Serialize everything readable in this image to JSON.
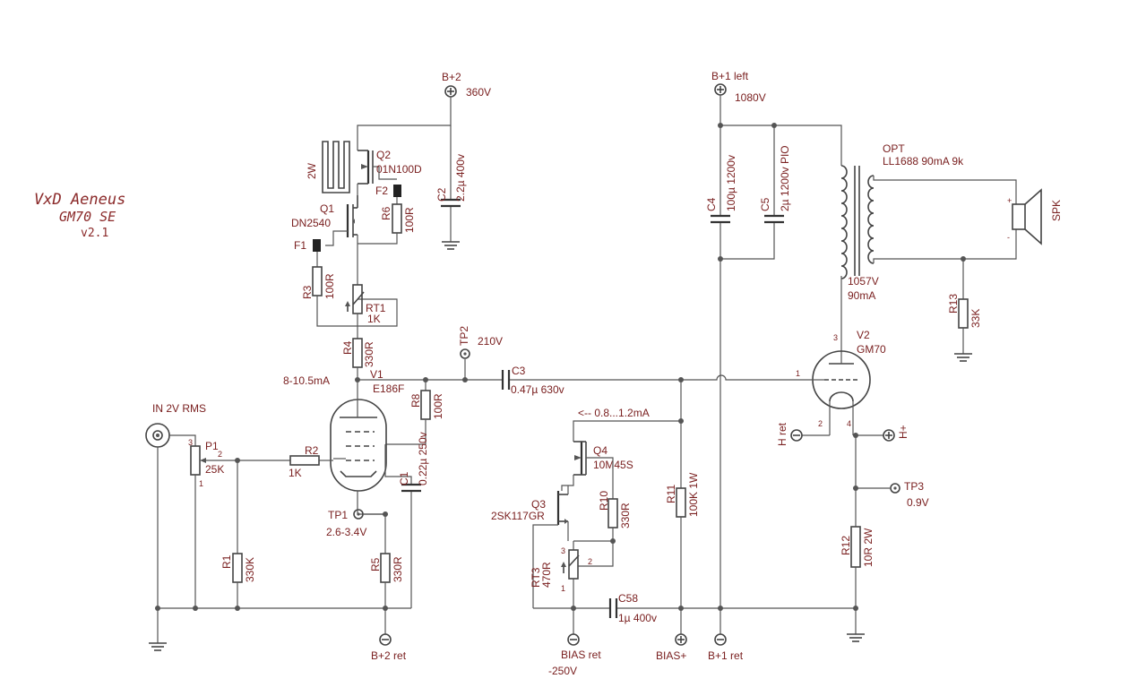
{
  "title": {
    "line1": "VxD Aeneus",
    "line2": "GM70 SE",
    "version": "v2.1"
  },
  "rails": {
    "b2": {
      "name": "B+2",
      "voltage": "360V"
    },
    "b1_left": {
      "name": "B+1 left",
      "voltage": "1080V"
    },
    "b2_ret": "B+2 ret",
    "b1_ret": "B+1 ret",
    "bias_ret": "BIAS ret",
    "bias_ret_voltage": "-250V",
    "bias_plus": "BIAS+",
    "h_ret": "H ret",
    "h_plus": "H+"
  },
  "input": {
    "label": "IN 2V RMS"
  },
  "components": {
    "q1": {
      "ref": "Q1",
      "value": "DN2540"
    },
    "q2": {
      "ref": "Q2",
      "value": "01N100D"
    },
    "q3": {
      "ref": "Q3",
      "value": "2SK117GR"
    },
    "q4": {
      "ref": "Q4",
      "value": "10M45S"
    },
    "heatsink": "2W",
    "f1": "F1",
    "f2": "F2",
    "c1": {
      "ref": "C1",
      "value": "0.22µ 250v"
    },
    "c2": {
      "ref": "C2",
      "value": "2.2µ 400v"
    },
    "c3": {
      "ref": "C3",
      "value": "0.47µ 630v"
    },
    "c4": {
      "ref": "C4",
      "value": "100µ 1200v"
    },
    "c5": {
      "ref": "C5",
      "value": "2µ 1200v PIO"
    },
    "c58": {
      "ref": "C58",
      "value": "1µ 400v"
    },
    "r1": {
      "ref": "R1",
      "value": "330K"
    },
    "r2": {
      "ref": "R2",
      "value": "1K"
    },
    "r3": {
      "ref": "R3",
      "value": "100R"
    },
    "r4": {
      "ref": "R4",
      "value": "330R"
    },
    "r5": {
      "ref": "R5",
      "value": "330R"
    },
    "r6": {
      "ref": "R6",
      "value": "100R"
    },
    "r8": {
      "ref": "R8",
      "value": "100R"
    },
    "r10": {
      "ref": "R10",
      "value": "330R"
    },
    "r11": {
      "ref": "R11",
      "value": "100K 1W"
    },
    "r12": {
      "ref": "R12",
      "value": "10R 2W"
    },
    "r13": {
      "ref": "R13",
      "value": "33K"
    },
    "rt1": {
      "ref": "RT1",
      "value": "1K"
    },
    "rt3": {
      "ref": "RT3",
      "value": "470R"
    },
    "p1": {
      "ref": "P1",
      "value": "25K"
    },
    "v1": {
      "ref": "V1",
      "value": "E186F"
    },
    "v2": {
      "ref": "V2",
      "value": "GM70"
    },
    "opt": {
      "ref": "OPT",
      "value": "LL1688 90mA 9k"
    },
    "spk": "SPK"
  },
  "pins": {
    "p1_pin3": "3",
    "p1_pin2": "2",
    "p1_pin1": "1",
    "rt3_pin3": "3",
    "rt3_pin2": "2",
    "rt3_pin1": "1",
    "v2_pin1": "1",
    "v2_pin2": "2",
    "v2_pin3": "3",
    "v2_pin4": "4",
    "spk_plus": "+",
    "spk_minus": "-"
  },
  "annotations": {
    "v1_current": "8-10.5mA",
    "tp1": {
      "name": "TP1",
      "value": "2.6-3.4V"
    },
    "tp2": {
      "name": "TP2",
      "value": "210V"
    },
    "tp3": {
      "name": "TP3",
      "value": "0.9V"
    },
    "q4_current": "<-- 0.8...1.2mA",
    "v2_plate_voltage": "1057V",
    "v2_plate_current": "90mA"
  },
  "colors": {
    "label_text": "#7a2020",
    "wire": "#555555"
  }
}
